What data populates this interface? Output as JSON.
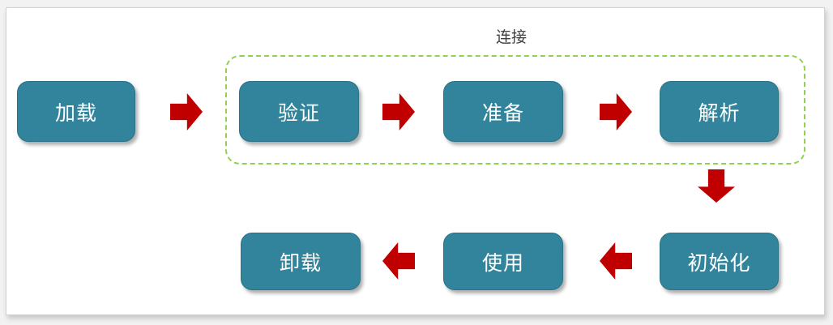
{
  "diagram": {
    "group": {
      "label": "连接"
    },
    "nodes": [
      {
        "id": "load",
        "label": "加载"
      },
      {
        "id": "verify",
        "label": "验证"
      },
      {
        "id": "prepare",
        "label": "准备"
      },
      {
        "id": "resolve",
        "label": "解析"
      },
      {
        "id": "initialize",
        "label": "初始化"
      },
      {
        "id": "use",
        "label": "使用"
      },
      {
        "id": "unload",
        "label": "卸载"
      }
    ],
    "flow_order": [
      "加载",
      "验证",
      "准备",
      "解析",
      "初始化",
      "使用",
      "卸载"
    ],
    "group_members": [
      "验证",
      "准备",
      "解析"
    ],
    "colors": {
      "box_fill": "#31849B",
      "box_border": "#2A7287",
      "arrow": "#C00000",
      "group_dash": "#92D050",
      "group_label_text": "#3F3F3F",
      "node_text": "#FFFFFF",
      "panel_background": "#FFFFFF",
      "panel_border": "#D2D2D2"
    }
  }
}
